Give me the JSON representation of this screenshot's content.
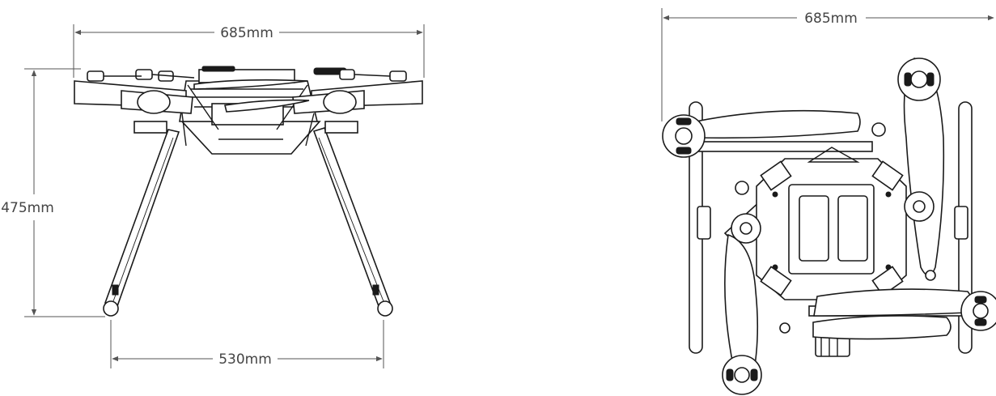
{
  "front_view": {
    "width_label": "685mm",
    "height_label": "475mm",
    "leg_span_label": "530mm"
  },
  "top_view": {
    "width_label": "685mm"
  }
}
